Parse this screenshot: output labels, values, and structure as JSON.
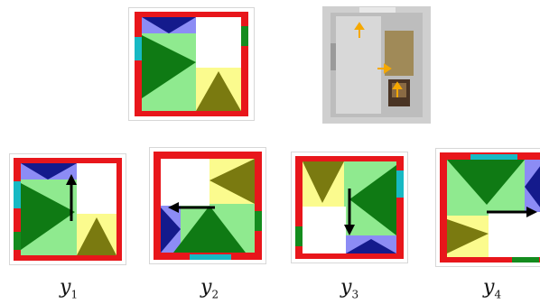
{
  "colors": {
    "red": "#e8161b",
    "dark_blue": "#141a8c",
    "light_blue": "#8c8cf5",
    "dark_green": "#0f7a14",
    "light_green": "#8fea8f",
    "teal": "#17b9c4",
    "yellow": "#fbfb8e",
    "olive": "#7a7a10",
    "green_mark": "#148c1e",
    "arrow": "#000000",
    "photo_arrow": "#f5a800"
  },
  "icons": {
    "agent_arrow": "arrow-icon",
    "goal_marker": "orange-arrow-icon"
  },
  "labels": [
    {
      "symbol": "y",
      "subscript": "1"
    },
    {
      "symbol": "y",
      "subscript": "2"
    },
    {
      "symbol": "y",
      "subscript": "3"
    },
    {
      "symbol": "y",
      "subscript": "4"
    }
  ],
  "arrow_directions": [
    "up",
    "left",
    "down",
    "right"
  ]
}
